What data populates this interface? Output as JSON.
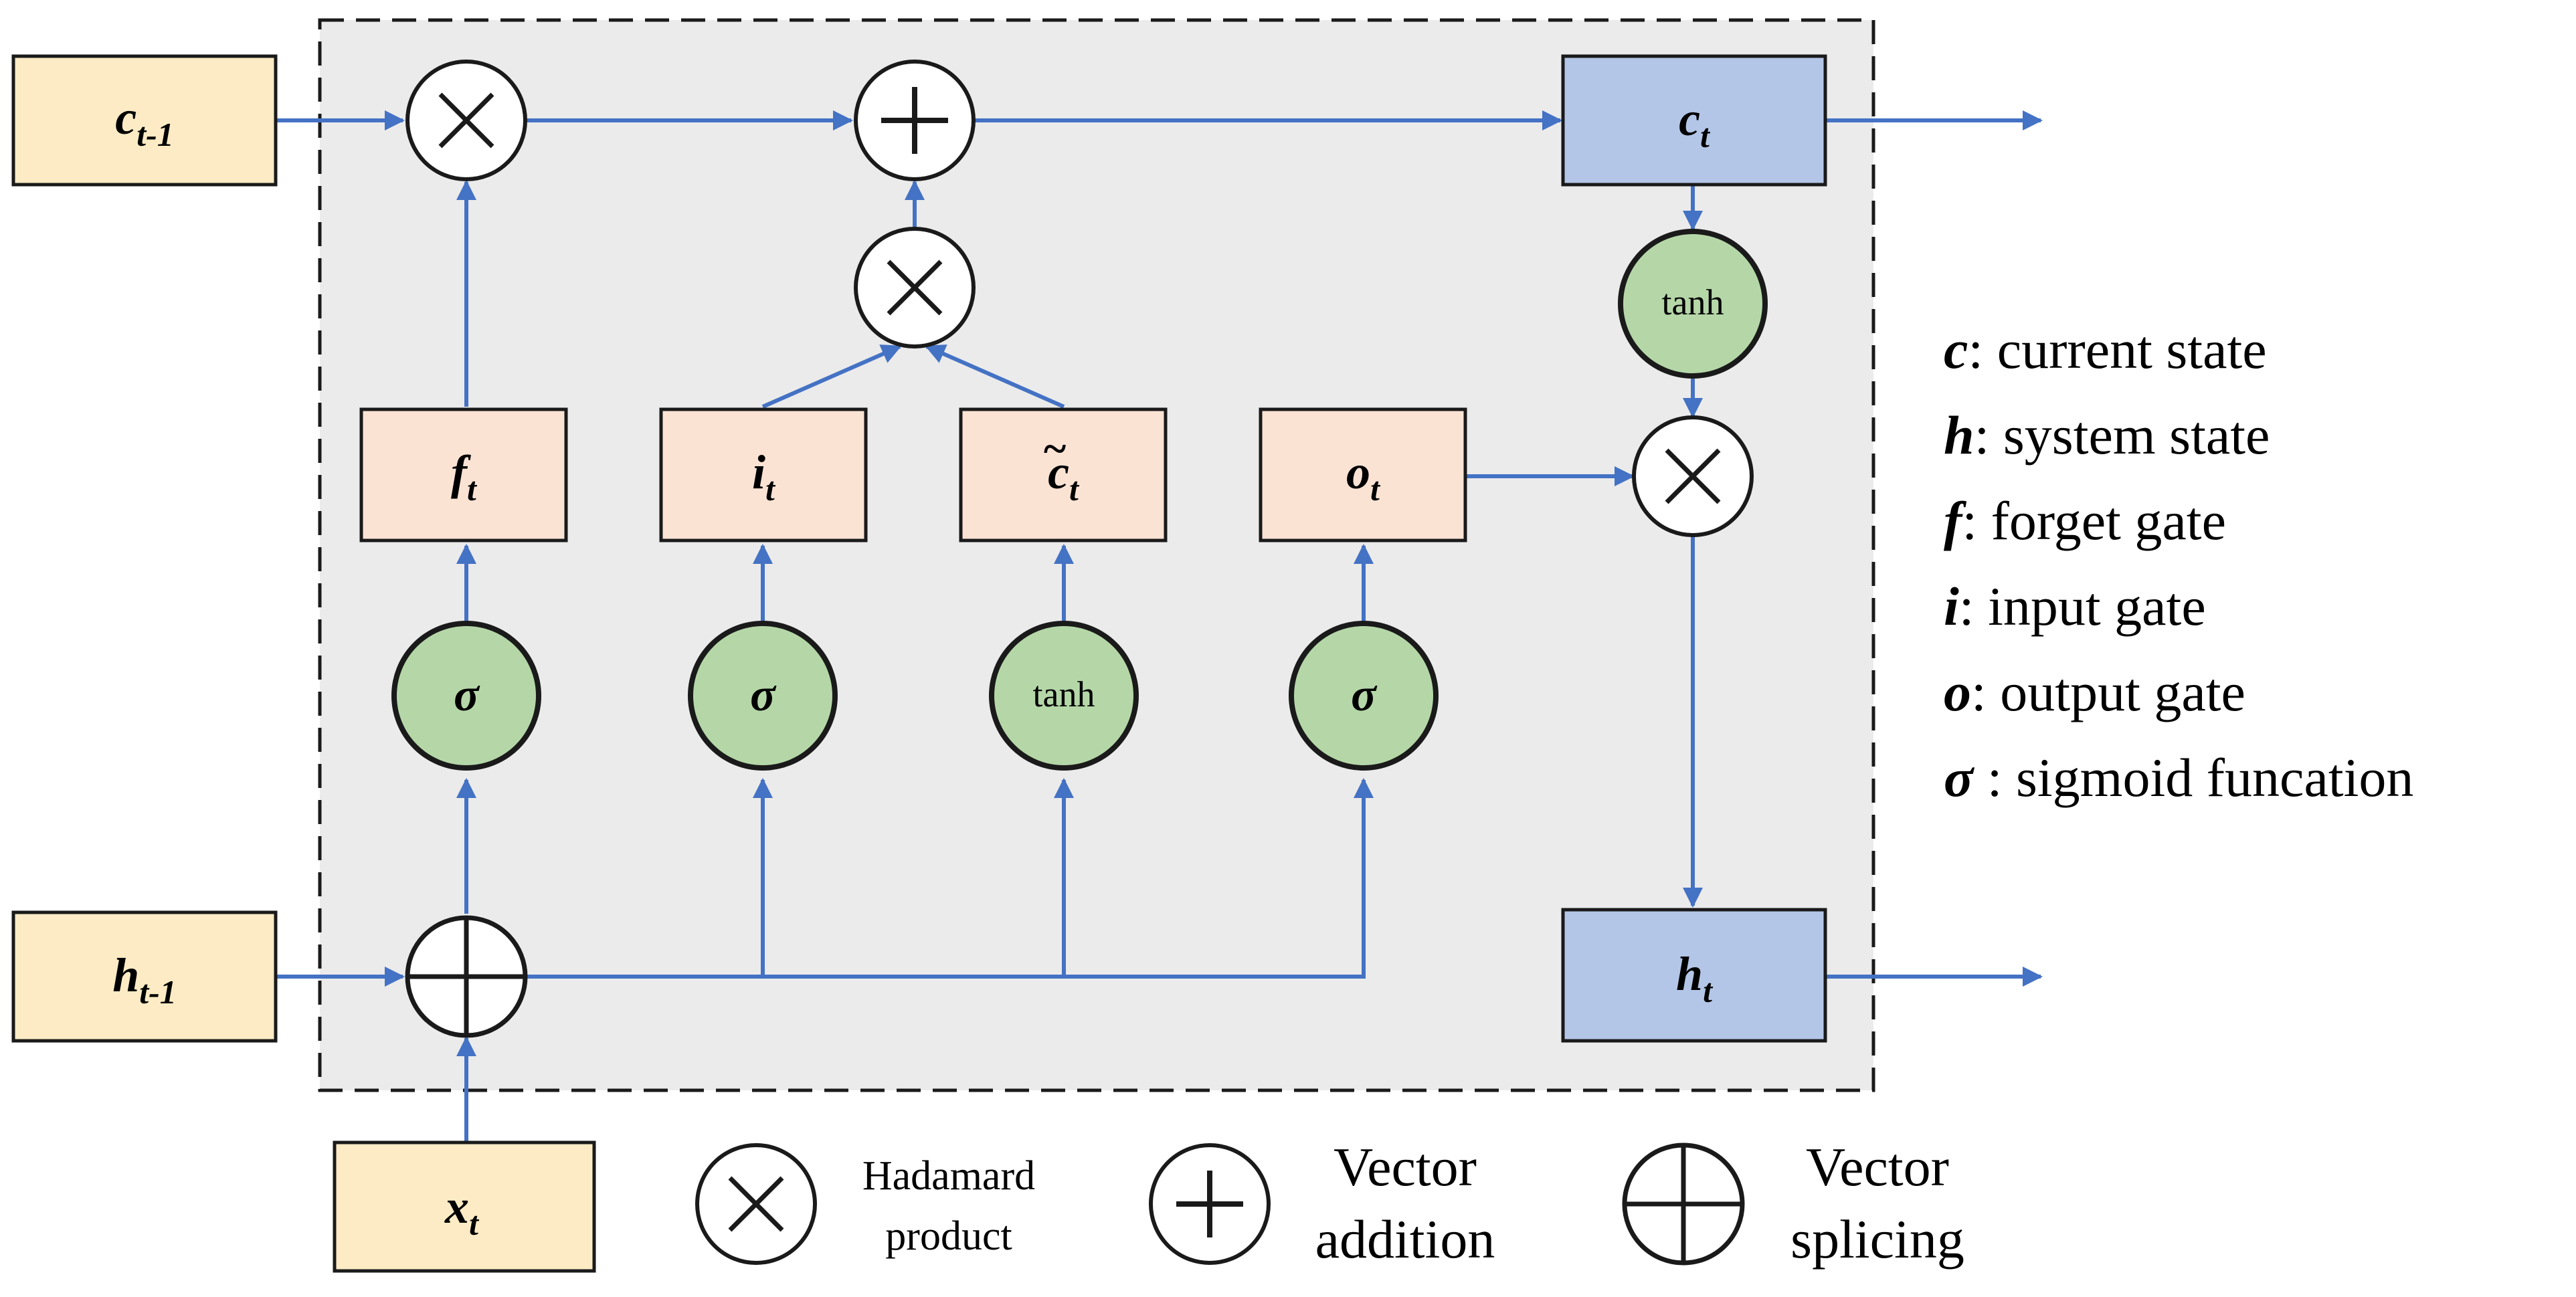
{
  "inputs": {
    "c_prev": {
      "base": "c",
      "sub": "t-1"
    },
    "h_prev": {
      "base": "h",
      "sub": "t-1"
    },
    "x": {
      "base": "x",
      "sub": "t"
    }
  },
  "outputs": {
    "c": {
      "base": "c",
      "sub": "t"
    },
    "h": {
      "base": "h",
      "sub": "t"
    }
  },
  "gates": {
    "forget": {
      "base": "f",
      "sub": "t"
    },
    "input": {
      "base": "i",
      "sub": "t"
    },
    "candidate": {
      "base": "c",
      "sub": "t",
      "accent": "~"
    },
    "output": {
      "base": "o",
      "sub": "t"
    }
  },
  "activations": {
    "sigma": "σ",
    "tanh": "tanh"
  },
  "operators": {
    "multiply": "×",
    "add": "+"
  },
  "legend": {
    "items": [
      {
        "key": "c",
        "desc": ": current state"
      },
      {
        "key": "h",
        "desc": ": system state"
      },
      {
        "key": "f",
        "desc": ": forget gate"
      },
      {
        "key": "i",
        "desc": ": input gate"
      },
      {
        "key": "o",
        "desc": ": output  gate"
      },
      {
        "key": "σ",
        "desc": " : sigmoid funcation"
      }
    ]
  },
  "key": {
    "hadamard": [
      "Hadamard",
      "product"
    ],
    "addition": [
      "Vector",
      "addition"
    ],
    "splicing": [
      "Vector",
      "splicing"
    ]
  },
  "colors": {
    "input_box": "#FCEBC4",
    "gate_box": "#FBE3D4",
    "state_box": "#B4C6E7",
    "activation": "#B5D7A8",
    "arrow": "#4472C4",
    "panel": "#EBEBEB"
  }
}
